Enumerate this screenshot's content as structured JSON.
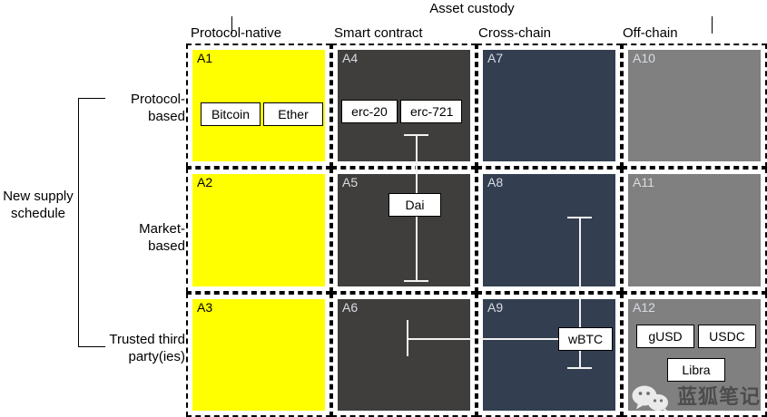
{
  "diagram": {
    "top_bracket_label": "Asset custody",
    "left_bracket_label": "New supply schedule",
    "columns": [
      {
        "id": "protocol-native",
        "label": "Protocol-native",
        "color": "#FFFF00"
      },
      {
        "id": "smart-contract",
        "label": "Smart contract",
        "color": "#403E3C"
      },
      {
        "id": "cross-chain",
        "label": "Cross-chain",
        "color": "#333F50"
      },
      {
        "id": "off-chain",
        "label": "Off-chain",
        "color": "#808080"
      }
    ],
    "rows": [
      {
        "id": "protocol-based",
        "label": "Protocol-based"
      },
      {
        "id": "market-based",
        "label": "Market-based"
      },
      {
        "id": "trusted-third-party",
        "label": "Trusted third party(ies)"
      }
    ],
    "cells": [
      {
        "id": "A1",
        "chips": [
          "Bitcoin",
          "Ether"
        ]
      },
      {
        "id": "A4",
        "chips": [
          "erc-20",
          "erc-721"
        ]
      },
      {
        "id": "A7",
        "chips": []
      },
      {
        "id": "A10",
        "chips": []
      },
      {
        "id": "A2",
        "chips": []
      },
      {
        "id": "A5",
        "chips": [
          "Dai"
        ]
      },
      {
        "id": "A8",
        "chips": []
      },
      {
        "id": "A11",
        "chips": []
      },
      {
        "id": "A3",
        "chips": []
      },
      {
        "id": "A6",
        "chips": []
      },
      {
        "id": "A9",
        "chips": [
          "wBTC"
        ]
      },
      {
        "id": "A12",
        "chips": [
          "gUSD",
          "USDC",
          "Libra"
        ]
      }
    ],
    "cell_labels": {
      "A1": "A1",
      "A2": "A2",
      "A3": "A3",
      "A4": "A4",
      "A5": "A5",
      "A6": "A6",
      "A7": "A7",
      "A8": "A8",
      "A9": "A9",
      "A10": "A10",
      "A11": "A11",
      "A12": "A12"
    },
    "chip_labels": {
      "bitcoin": "Bitcoin",
      "ether": "Ether",
      "erc20": "erc-20",
      "erc721": "erc-721",
      "dai": "Dai",
      "wbtc": "wBTC",
      "gusd": "gUSD",
      "usdc": "USDC",
      "libra": "Libra"
    },
    "watermark": {
      "text": "蓝狐笔记",
      "icon": "wechat-icon"
    }
  }
}
